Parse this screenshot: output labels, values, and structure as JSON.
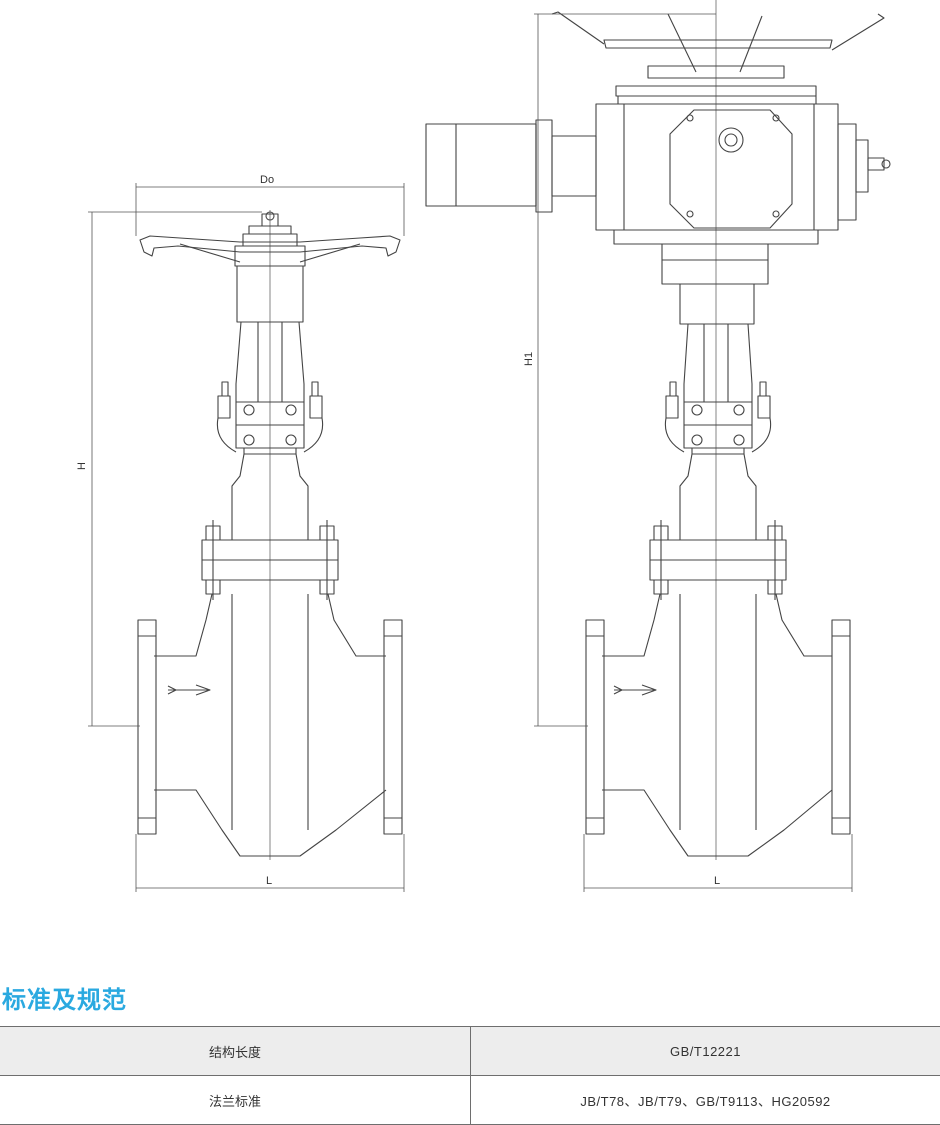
{
  "drawing": {
    "labels": {
      "handwheel_diameter": "Do",
      "height_manual": "H",
      "height_electric": "H1",
      "length_left": "L",
      "length_right": "L"
    }
  },
  "section": {
    "title": "标准及规范"
  },
  "standards_table": {
    "rows": [
      {
        "name": "结构长度",
        "value": "GB/T12221"
      },
      {
        "name": "法兰标准",
        "value": "JB/T78、JB/T79、GB/T9113、HG20592"
      }
    ]
  }
}
